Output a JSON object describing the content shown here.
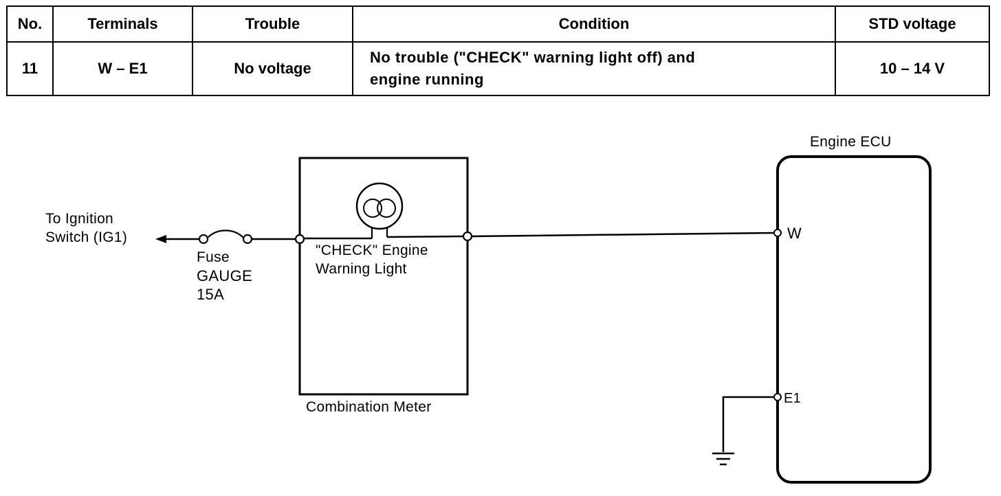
{
  "table": {
    "headers": {
      "no": "No.",
      "terminals": "Terminals",
      "trouble": "Trouble",
      "condition": "Condition",
      "std_voltage": "STD voltage"
    },
    "rows": [
      {
        "no": "11",
        "terminals": "W – E1",
        "trouble": "No voltage",
        "condition_line1": "No trouble (\"CHECK\" warning light off) and",
        "condition_line2": "engine running",
        "std_voltage": "10 – 14 V"
      }
    ]
  },
  "diagram": {
    "ignition": {
      "line1": "To Ignition",
      "line2": "Switch (IG1)"
    },
    "fuse": {
      "line1": "Fuse",
      "line2": "GAUGE",
      "line3": "15A"
    },
    "warning_light": {
      "line1": "\"CHECK\" Engine",
      "line2": "Warning Light"
    },
    "combination_meter": "Combination Meter",
    "ecu": {
      "title": "Engine ECU",
      "terminal_w": "W",
      "terminal_e1": "E1"
    }
  }
}
